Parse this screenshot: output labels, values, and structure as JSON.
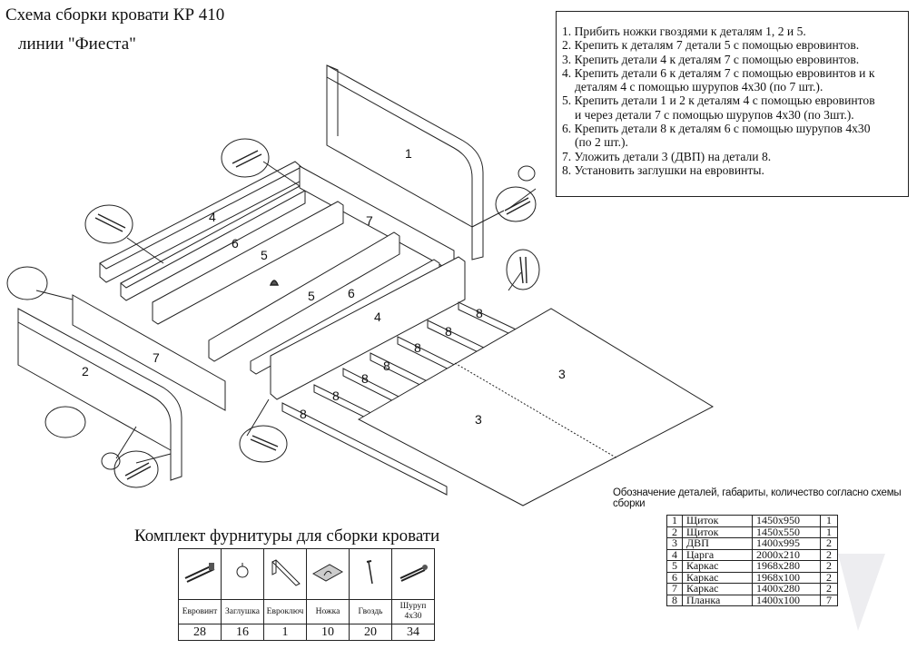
{
  "title": "Схема сборки кровати КР 410",
  "subtitle": "линии \"Фиеста\"",
  "instructions": [
    "1. Прибить ножки гвоздями  к деталям 1, 2 и 5.",
    "2. Крепить к деталям 7 детали 5 с помощью евровинтов.",
    "3. Крепить детали 4 к деталям 7 с помощью евровинтов.",
    "4. Крепить детали 6 к деталям 7 с помощью евровинтов и к",
    "деталям 4 с помощью шурупов 4х30 (по 7 шт.).",
    "5. Крепить детали 1 и 2 к деталям 4 с помощью евровинтов",
    "и через детали 7 с помощью шурупов 4х30 (по 3шт.).",
    "6. Крепить детали 8 к деталям 6 с помощью шурупов 4х30",
    "(по 2 шт.).",
    "7. Уложить детали 3 (ДВП) на детали 8.",
    "8. Установить заглушки на евровинты."
  ],
  "diagram_labels": {
    "part1": "1",
    "part2": "2",
    "part3a": "3",
    "part3b": "3",
    "part4a": "4",
    "part4b": "4",
    "part5a": "5",
    "part5b": "5",
    "part6a": "6",
    "part6b": "6",
    "part7a": "7",
    "part7b": "7",
    "part8": "8"
  },
  "hardware": {
    "title": "Комплект фурнитуры для сборки кровати",
    "items": [
      {
        "name": "Евровинт",
        "qty": "28",
        "icon": "eurobolt-icon"
      },
      {
        "name": "Заглушка",
        "qty": "16",
        "icon": "cap-icon"
      },
      {
        "name": "Евроключ",
        "qty": "1",
        "icon": "hex-key-icon"
      },
      {
        "name": "Ножка",
        "qty": "10",
        "icon": "leg-icon"
      },
      {
        "name": "Гвоздь",
        "qty": "20",
        "icon": "nail-icon"
      },
      {
        "name": "Шуруп 4х30",
        "qty": "34",
        "icon": "screw-icon"
      }
    ]
  },
  "parts": {
    "caption": "Обозначение деталей, габариты, количество согласно схемы сборки",
    "rows": [
      {
        "n": "1",
        "name": "Щиток",
        "dim": "1450х950",
        "q": "1"
      },
      {
        "n": "2",
        "name": "Щиток",
        "dim": "1450х550",
        "q": "1"
      },
      {
        "n": "3",
        "name": "ДВП",
        "dim": "1400х995",
        "q": "2"
      },
      {
        "n": "4",
        "name": "Царга",
        "dim": "2000х210",
        "q": "2"
      },
      {
        "n": "5",
        "name": "Каркас",
        "dim": "1968х280",
        "q": "2"
      },
      {
        "n": "6",
        "name": "Каркас",
        "dim": "1968х100",
        "q": "2"
      },
      {
        "n": "7",
        "name": "Каркас",
        "dim": "1400х280",
        "q": "2"
      },
      {
        "n": "8",
        "name": "Планка",
        "dim": "1400х100",
        "q": "7"
      }
    ]
  }
}
